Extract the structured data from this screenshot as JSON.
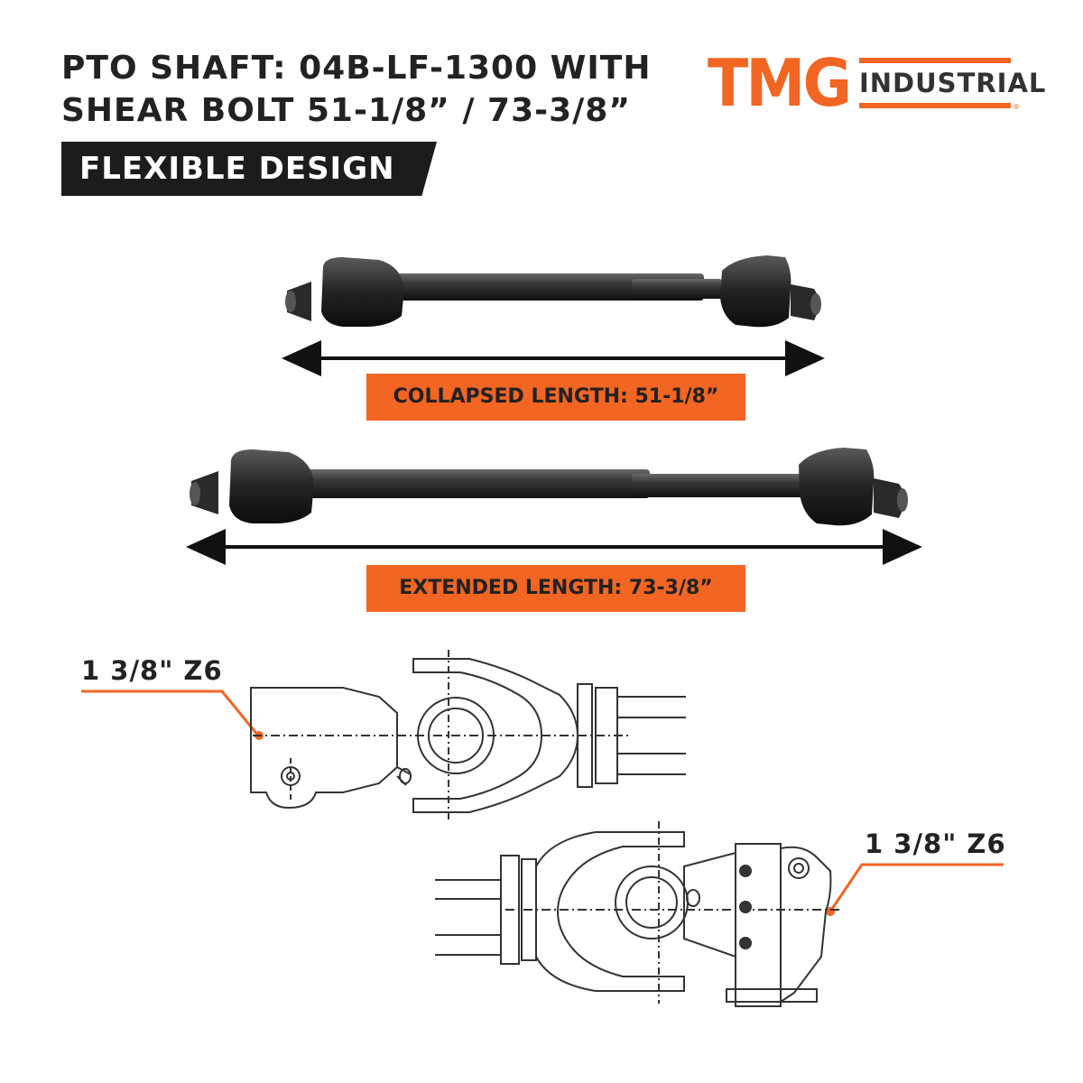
{
  "header": {
    "title_line_1": "PTO SHAFT: 04B-LF-1300 WITH",
    "title_line_2": "SHEAR BOLT 51-1/8” / 73-3/8”",
    "banner": "FLEXIBLE DESIGN"
  },
  "logo": {
    "mark": "TMG",
    "word": "INDUSTRIAL",
    "registered": "®",
    "colors": {
      "accent": "#f26522",
      "text": "#333333"
    }
  },
  "shafts": {
    "collapsed_label": "COLLAPSED LENGTH: 51-1/8”",
    "extended_label": "EXTENDED LENGTH: 73-3/8”"
  },
  "drawings": {
    "top_callout": "1 3/8\" Z6",
    "bottom_callout": "1 3/8\" Z6"
  },
  "colors": {
    "accent": "#f26522",
    "dark": "#1c1c1c",
    "text": "#222222"
  }
}
